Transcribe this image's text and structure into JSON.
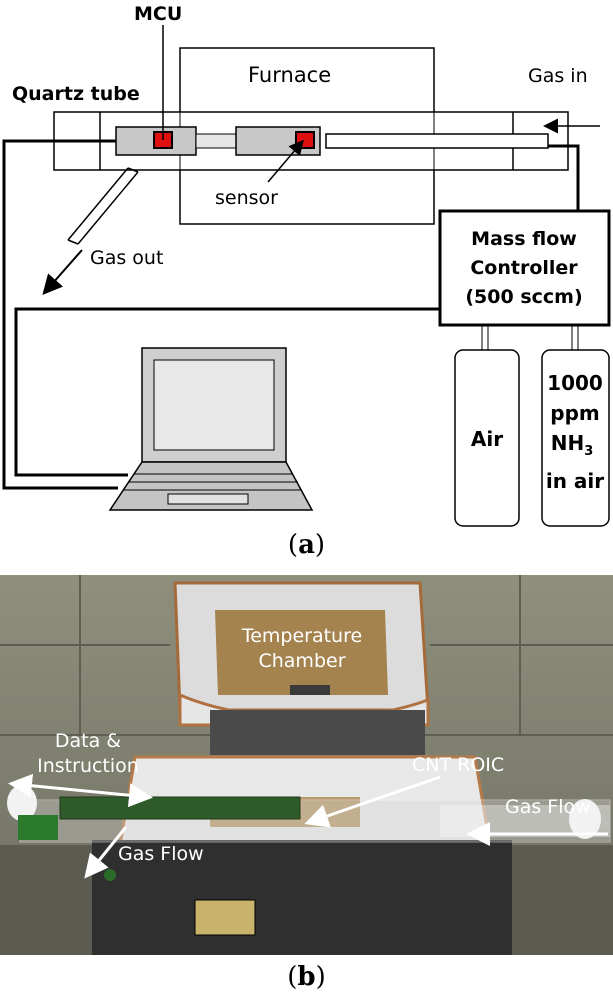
{
  "diagram": {
    "labels": {
      "mcu": "MCU",
      "quartz_tube": "Quartz tube",
      "furnace": "Furnace",
      "gas_in": "Gas in",
      "sensor": "sensor",
      "gas_out": "Gas out",
      "mfc_line1": "Mass flow",
      "mfc_line2": "Controller",
      "mfc_line3": "(500 sccm)",
      "air": "Air",
      "nh3_line1": "1000",
      "nh3_line2": "ppm",
      "nh3_line3": "NH",
      "nh3_sub": "3",
      "nh3_line4": "in air"
    },
    "colors": {
      "sensor_chip": "#e01010",
      "line": "#000000"
    }
  },
  "photo": {
    "labels": {
      "temperature_1": "Temperature",
      "temperature_2": "Chamber",
      "data_1": "Data &",
      "data_2": "Instruction",
      "cnt_roic": "CNT ROIC",
      "gas_flow_left": "Gas Flow",
      "gas_flow_right": "Gas Flow"
    }
  },
  "captions": {
    "a_open": "(",
    "a_letter": "a",
    "a_close": ")",
    "b_open": "(",
    "b_letter": "b",
    "b_close": ")"
  }
}
